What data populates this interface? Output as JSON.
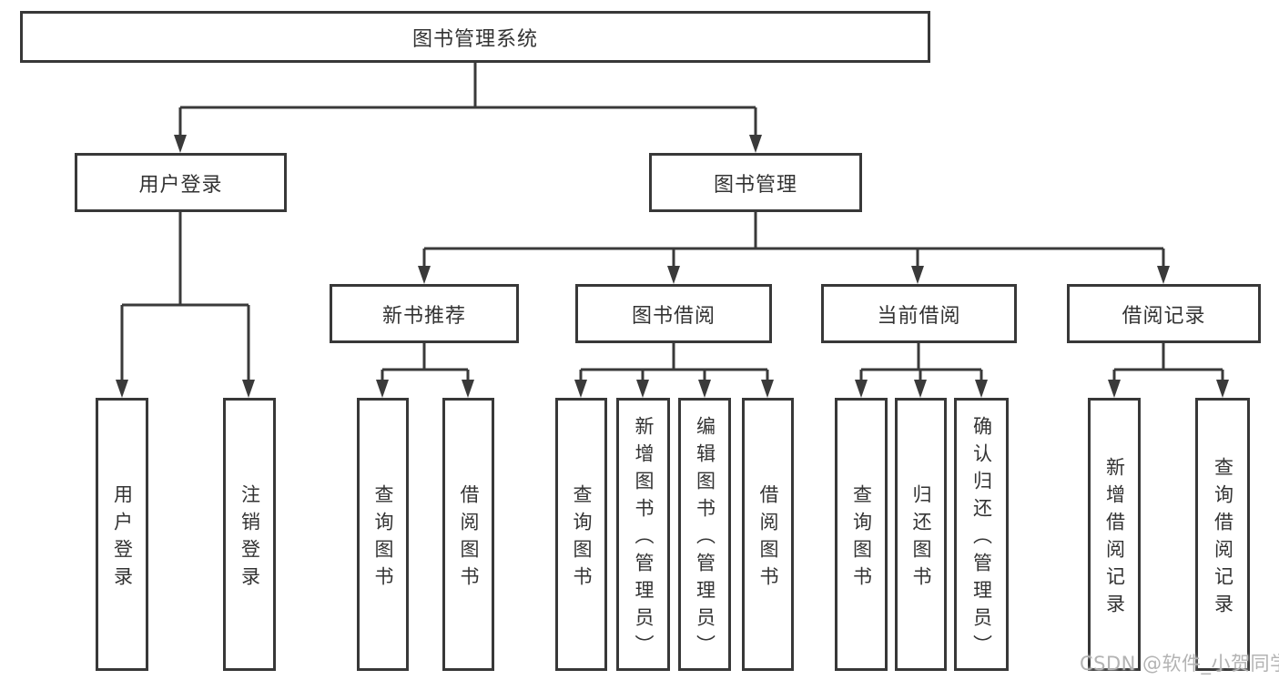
{
  "diagram": {
    "kind": "hierarchy-tree",
    "root_label": "图书管理系统",
    "structure": {
      "图书管理系统": {
        "用户登录": [
          "用户登录",
          "注销登录"
        ],
        "图书管理": {
          "新书推荐": [
            "查询图书",
            "借阅图书"
          ],
          "图书借阅": [
            "查询图书",
            "新增图书（管理员）",
            "编辑图书（管理员）",
            "借阅图书"
          ],
          "当前借阅": [
            "查询图书",
            "归还图书",
            "确认归还（管理员）"
          ],
          "借阅记录": [
            "新增借阅记录",
            "查询借阅记录"
          ]
        }
      }
    }
  },
  "nodes": {
    "root": "图书管理系统",
    "user_login": "用户登录",
    "book_mgmt": "图书管理",
    "new_book_rec": "新书推荐",
    "book_borrow": "图书借阅",
    "current_borrow": "当前借阅",
    "borrow_records": "借阅记录",
    "leaf_user_login": "用户登录",
    "leaf_logout": "注销登录",
    "leaf_rec_query": "查询图书",
    "leaf_rec_borrow": "借阅图书",
    "leaf_bb_query": "查询图书",
    "leaf_bb_add": "新增图书（管理员）",
    "leaf_bb_edit": "编辑图书（管理员）",
    "leaf_bb_borrow": "借阅图书",
    "leaf_cb_query": "查询图书",
    "leaf_cb_return": "归还图书",
    "leaf_cb_confirm": "确认归还（管理员）",
    "leaf_br_add": "新增借阅记录",
    "leaf_br_query": "查询借阅记录"
  },
  "watermark": "CSDN @软件_小贺同学",
  "colors": {
    "background": "#ffffff",
    "box_border": "#383838",
    "line": "#3a3a3a",
    "text": "#333333",
    "watermark": "#b3b3b3"
  }
}
